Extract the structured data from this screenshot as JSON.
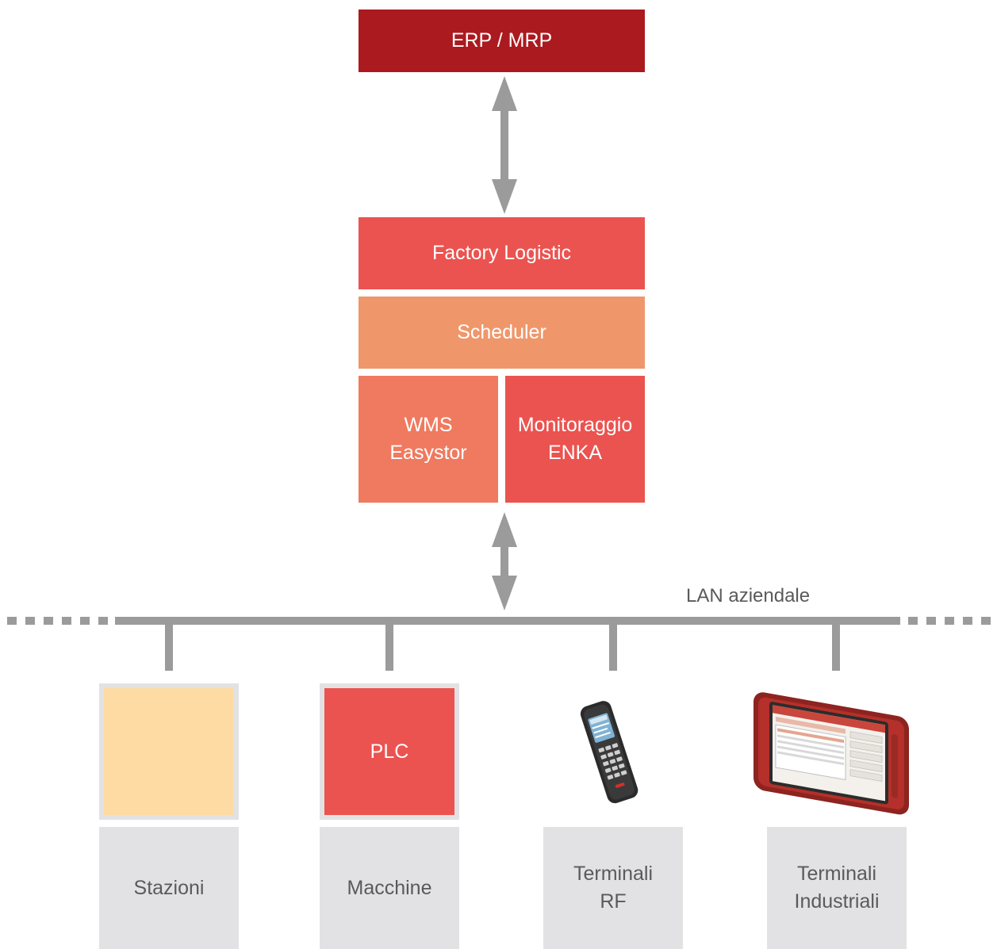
{
  "boxes": {
    "erp": "ERP / MRP",
    "factory_logistic": "Factory Logistic",
    "scheduler": "Scheduler",
    "wms": "WMS\nEasystor",
    "monitoraggio": "Monitoraggio\nENKA",
    "plc": "PLC"
  },
  "network": {
    "label": "LAN aziendale"
  },
  "devices": [
    {
      "label": "Stazioni"
    },
    {
      "label": "Macchine"
    },
    {
      "label": "Terminali\nRF"
    },
    {
      "label": "Terminali\nIndustriali"
    }
  ],
  "colors": {
    "erp": "#ab1a1f",
    "factory_logistic": "#eb5350",
    "scheduler": "#ef976b",
    "wms": "#ef7a5f",
    "monitoraggio": "#eb5350",
    "stazioni_fill": "#fddba2",
    "plc_fill": "#eb5350",
    "connector": "#9b9b9b",
    "label_bg": "#e2e2e4"
  }
}
